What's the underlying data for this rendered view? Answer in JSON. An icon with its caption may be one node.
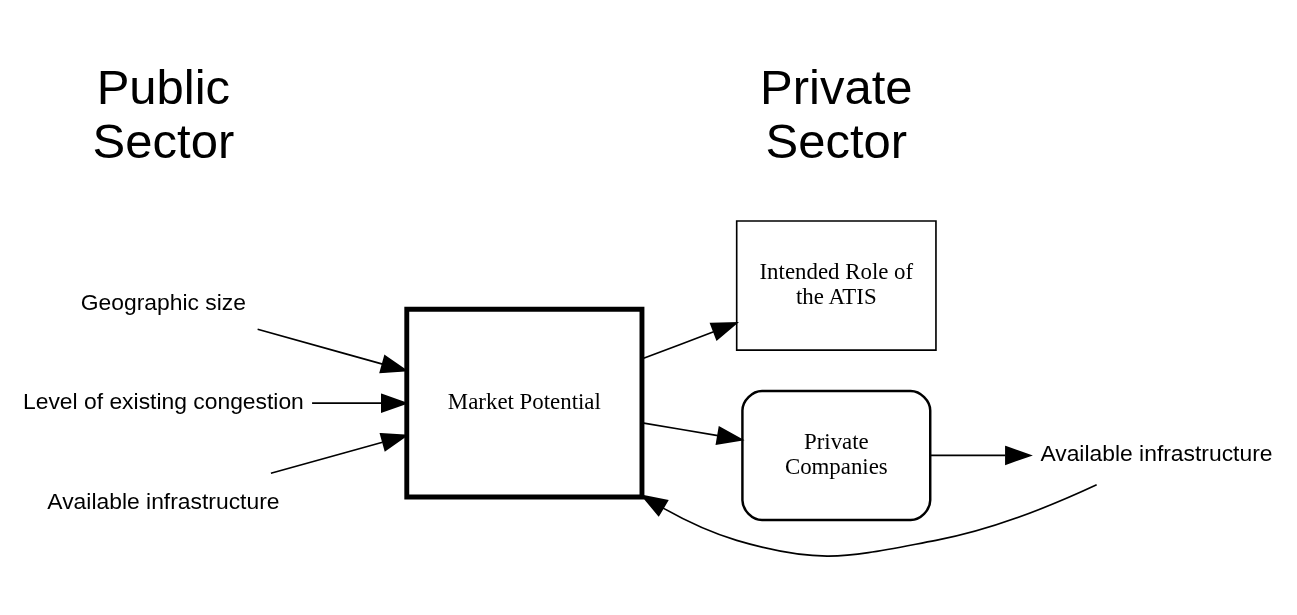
{
  "diagram": {
    "nodes": [
      {
        "text": [
          "Market Potential"
        ]
      },
      {
        "text": [
          "Intended Role of the ATIS"
        ]
      },
      {
        "text": [
          "Private Companies"
        ]
      },
      {
        "text": [
          "Geographic size"
        ]
      },
      {
        "text": [
          "Level of existing congestion"
        ]
      },
      {
        "text": [
          "Available infrastructure"
        ]
      },
      {
        "text": [
          "Available infrastructure"
        ]
      }
    ],
    "edges": [
      {
        "from": 3,
        "to": 0,
        "arrow": "to"
      },
      {
        "from": 4,
        "to": 0,
        "arrow": "to"
      },
      {
        "from": 5,
        "to": 0,
        "arrow": "to"
      },
      {
        "from": 6,
        "to": 0,
        "arrow": "to"
      },
      {
        "from": 0,
        "to": 1,
        "arrow": "to"
      },
      {
        "from": 0,
        "to": 2,
        "arrow": "to"
      },
      {
        "from": 2,
        "to": 6,
        "arrow": "to"
      }
    ],
    "labels": [
      "Public Sector",
      "Private Sector"
    ]
  }
}
